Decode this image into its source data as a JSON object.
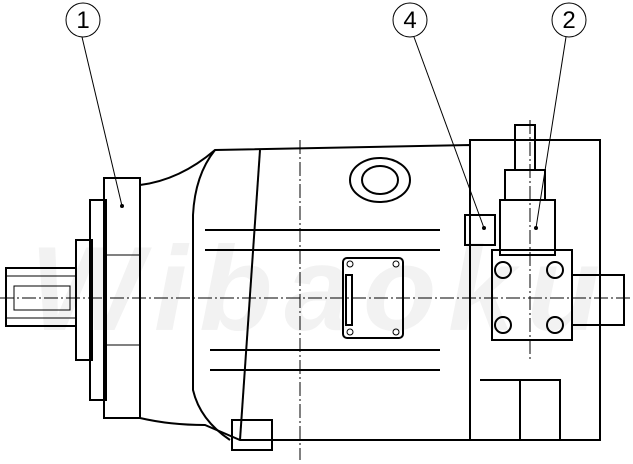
{
  "watermark": "Wibaoku",
  "callouts": [
    {
      "label": "1"
    },
    {
      "label": "4"
    },
    {
      "label": "2"
    }
  ]
}
